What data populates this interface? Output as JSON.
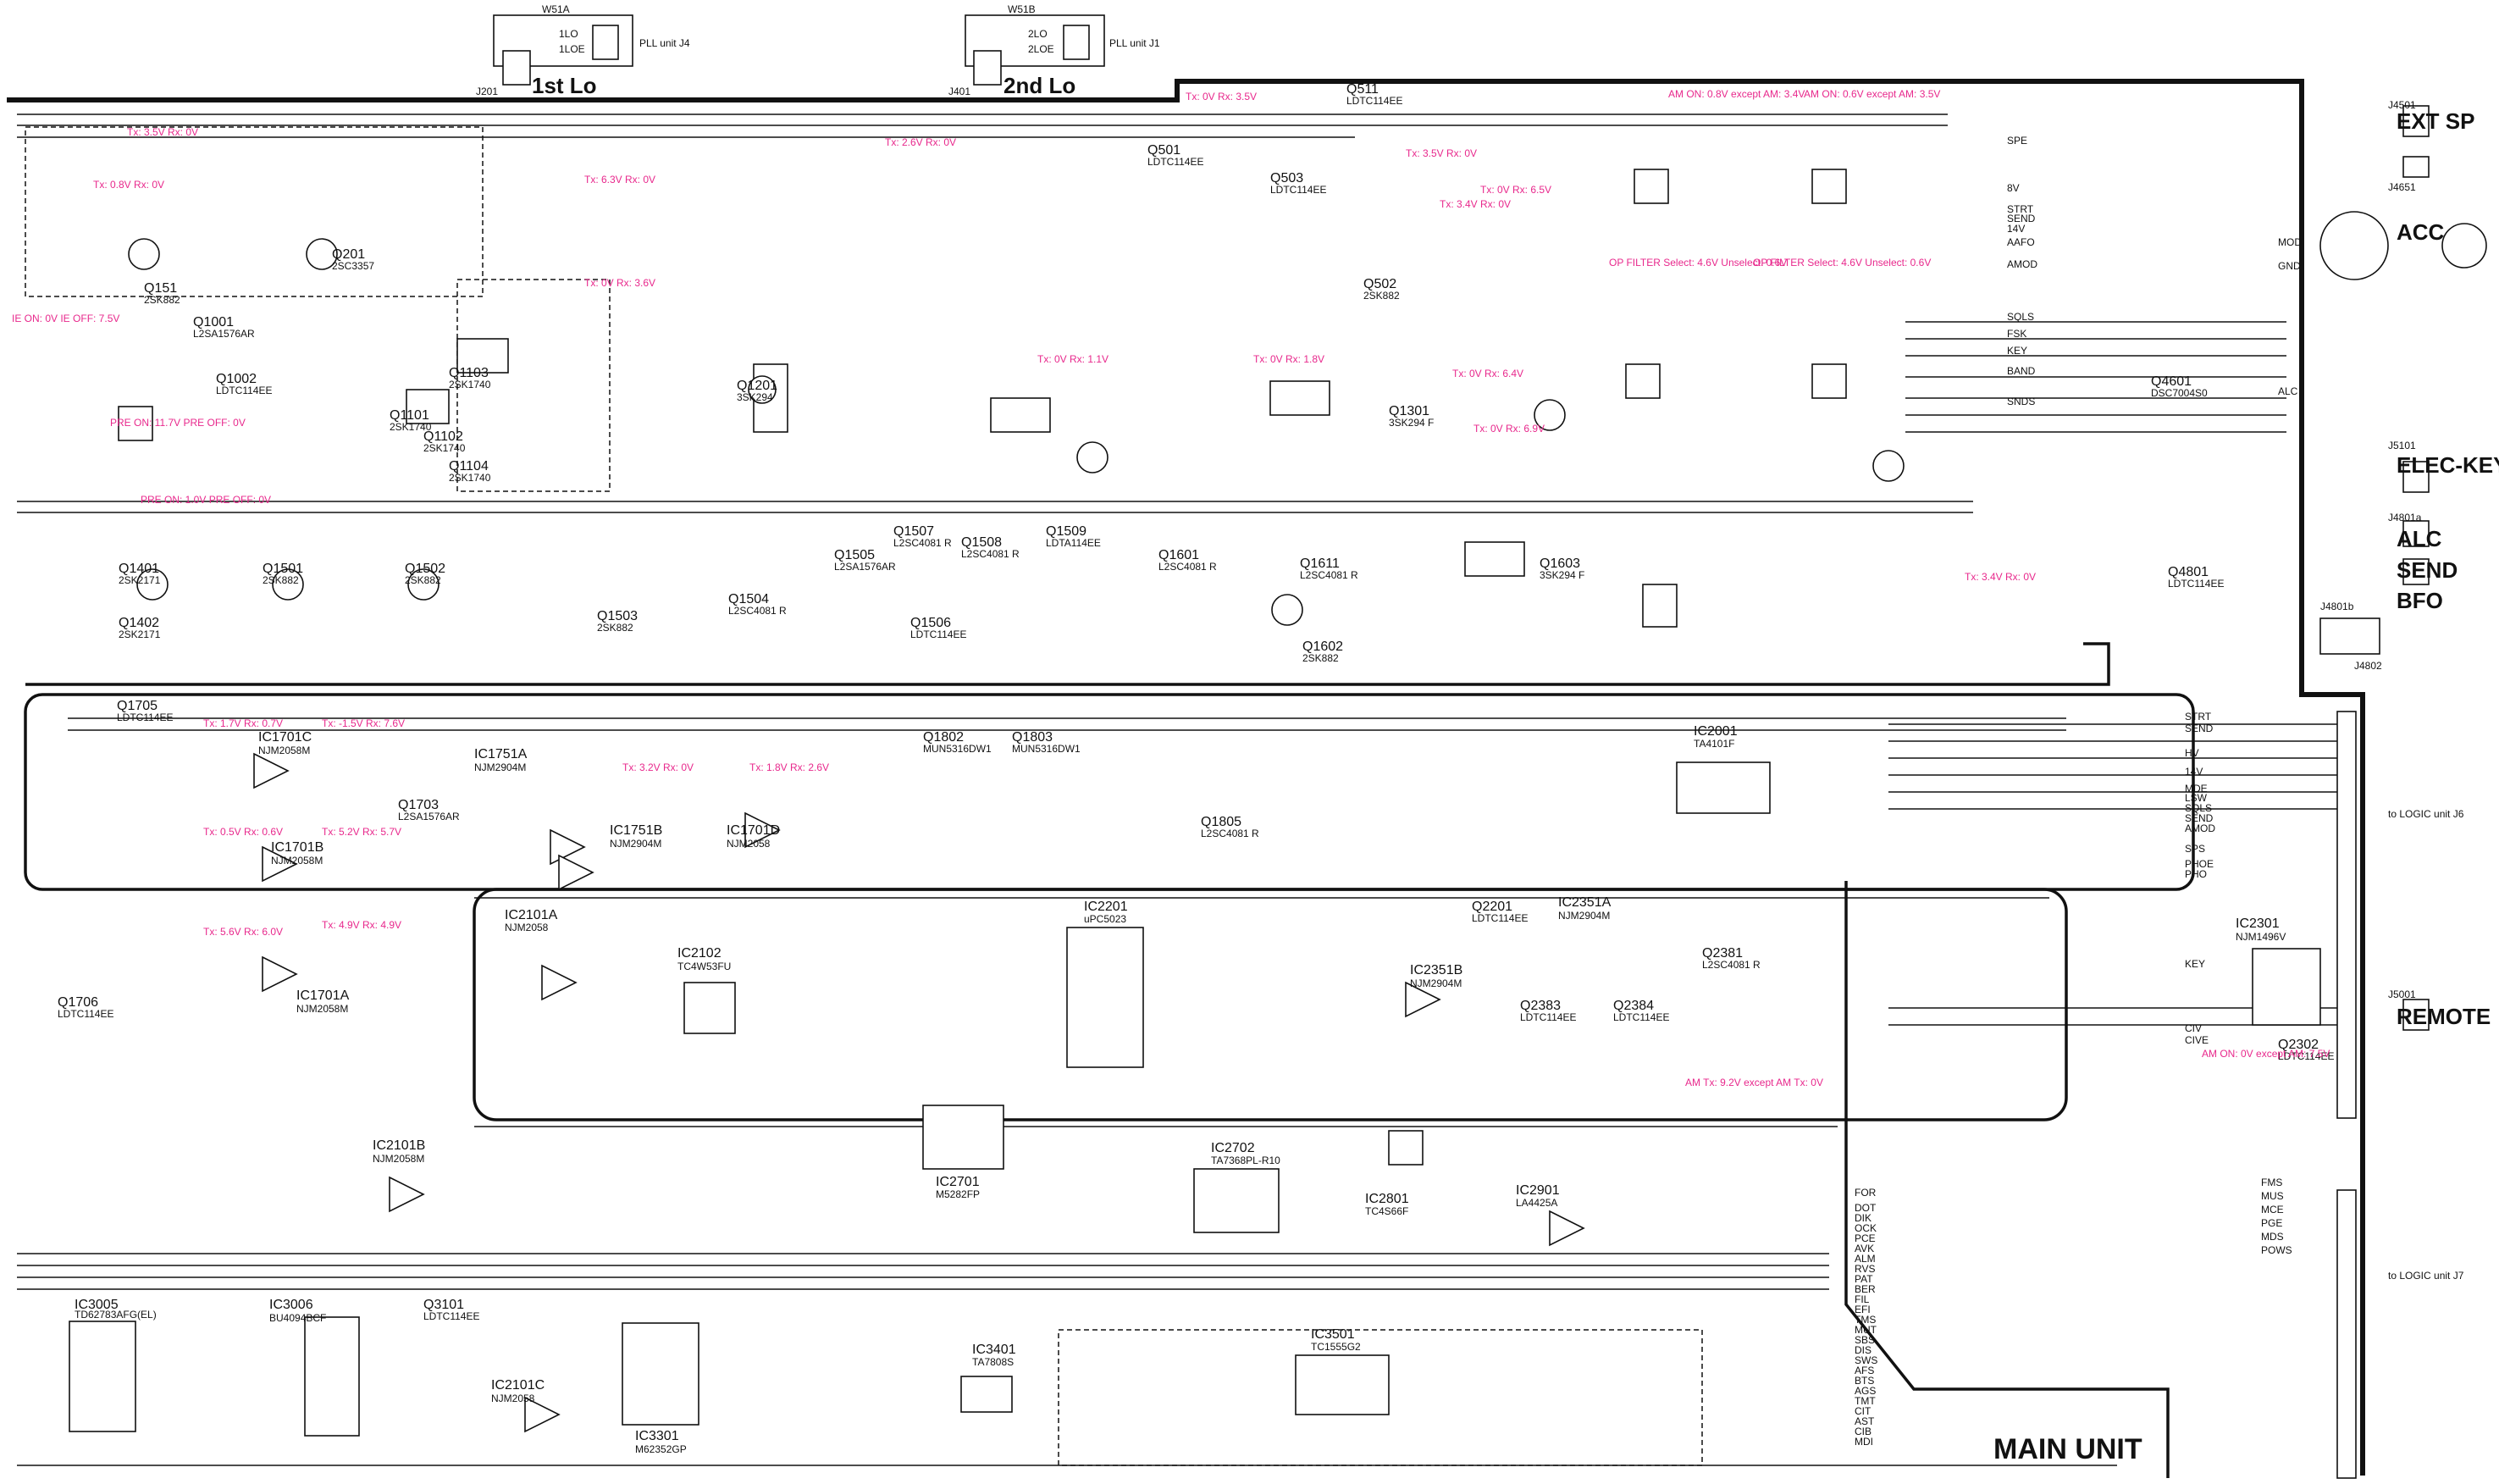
{
  "diagram": {
    "main_label": "MAIN UNIT",
    "connectors_right": [
      {
        "id": "J4501",
        "label": "EXT SP"
      },
      {
        "id": "J4651",
        "label": "ACC"
      },
      {
        "id": "J5101",
        "label": "ELEC-KEY"
      },
      {
        "id": "J4801a",
        "label": "ALC"
      },
      {
        "id": "J4801b",
        "label": "SEND"
      },
      {
        "id": "J4802",
        "label": "BFO"
      },
      {
        "id": "J5001",
        "label": "REMOTE"
      }
    ],
    "lo_labels": [
      {
        "label": "1st Lo",
        "plug": "W51A",
        "note": "PLL unit J4",
        "pins": [
          "1LO",
          "1LOE"
        ],
        "jack": "J201"
      },
      {
        "label": "2nd Lo",
        "plug": "W51B",
        "note": "PLL unit J1",
        "pins": [
          "2LO",
          "2LOE"
        ],
        "jack": "J401"
      }
    ],
    "logic_notes": [
      "to LOGIC unit J6",
      "to LOGIC unit J7"
    ],
    "ics": [
      {
        "name": "IC3005",
        "part": "TD62783AFG(EL)"
      },
      {
        "name": "IC3006",
        "part": "BU4094BCF"
      },
      {
        "name": "IC3301",
        "part": "M62352GP"
      },
      {
        "name": "IC3401",
        "part": "TA7808S"
      },
      {
        "name": "IC3501",
        "part": "TC1555G2"
      },
      {
        "name": "IC2201",
        "part": "uPC5023"
      },
      {
        "name": "IC2301",
        "part": "NJM1496V"
      },
      {
        "name": "IC2001",
        "part": "TA4101F"
      },
      {
        "name": "IC2101A",
        "part": "NJM2058"
      },
      {
        "name": "IC2102",
        "part": "TC4W53FU"
      },
      {
        "name": "IC2701",
        "part": "M5282FP"
      },
      {
        "name": "IC2702",
        "part": "TA7368PL-R10"
      },
      {
        "name": "IC2801",
        "part": "TC4S66F"
      },
      {
        "name": "IC2901",
        "part": "LA4425A"
      },
      {
        "name": "IC1751A",
        "part": "NJM2904M"
      },
      {
        "name": "IC1751B",
        "part": "NJM2904M"
      },
      {
        "name": "IC1701A",
        "part": "NJM2058M"
      },
      {
        "name": "IC1701B",
        "part": "NJM2058M"
      },
      {
        "name": "IC1701C",
        "part": "NJM2058M"
      },
      {
        "name": "IC1701D",
        "part": "NJM2058"
      },
      {
        "name": "IC2101B",
        "part": "NJM2058M"
      },
      {
        "name": "IC2101C",
        "part": "NJM2058"
      },
      {
        "name": "IC2351A",
        "part": "NJM2904M"
      },
      {
        "name": "IC2351B",
        "part": "NJM2904M"
      }
    ],
    "transistors": [
      {
        "name": "Q151",
        "part": "2SK882"
      },
      {
        "name": "Q201",
        "part": "2SC3357"
      },
      {
        "name": "Q1001",
        "part": "L2SA1576AR"
      },
      {
        "name": "Q1002",
        "part": "LDTC114EE"
      },
      {
        "name": "Q1101",
        "part": "2SK1740"
      },
      {
        "name": "Q1102",
        "part": "2SK1740"
      },
      {
        "name": "Q1103",
        "part": "2SK1740"
      },
      {
        "name": "Q1104",
        "part": "2SK1740"
      },
      {
        "name": "Q1201",
        "part": "3SK294"
      },
      {
        "name": "Q1301",
        "part": "3SK294 F"
      },
      {
        "name": "Q1401",
        "part": "2SK2171"
      },
      {
        "name": "Q1402",
        "part": "2SK2171"
      },
      {
        "name": "Q1501",
        "part": "2SK882"
      },
      {
        "name": "Q1502",
        "part": "2SK882"
      },
      {
        "name": "Q1503",
        "part": "2SK882"
      },
      {
        "name": "Q1504",
        "part": "L2SC4081 R"
      },
      {
        "name": "Q1505",
        "part": "L2SA1576AR"
      },
      {
        "name": "Q1506",
        "part": "LDTC114EE"
      },
      {
        "name": "Q1507",
        "part": "L2SC4081 R"
      },
      {
        "name": "Q1508",
        "part": "L2SC4081 R"
      },
      {
        "name": "Q1509",
        "part": "LDTA114EE"
      },
      {
        "name": "Q1601",
        "part": "L2SC4081 R"
      },
      {
        "name": "Q1602",
        "part": "2SK882"
      },
      {
        "name": "Q1603",
        "part": "3SK294 F"
      },
      {
        "name": "Q1611",
        "part": "L2SC4081 R"
      },
      {
        "name": "Q1703",
        "part": "L2SA1576AR"
      },
      {
        "name": "Q1705",
        "part": "LDTC114EE"
      },
      {
        "name": "Q1706",
        "part": "LDTC114EE"
      },
      {
        "name": "Q1802",
        "part": "MUN5316DW1"
      },
      {
        "name": "Q1803",
        "part": "MUN5316DW1"
      },
      {
        "name": "Q1805",
        "part": "L2SC4081 R"
      },
      {
        "name": "Q2201",
        "part": "LDTC114EE"
      },
      {
        "name": "Q2381",
        "part": "L2SC4081 R"
      },
      {
        "name": "Q2383",
        "part": "LDTC114EE"
      },
      {
        "name": "Q2384",
        "part": "LDTC114EE"
      },
      {
        "name": "Q2302",
        "part": "LDTC114EE"
      },
      {
        "name": "Q3101",
        "part": "LDTC114EE"
      },
      {
        "name": "Q4601",
        "part": "DSC7004S0"
      },
      {
        "name": "Q4801",
        "part": "LDTC114EE"
      },
      {
        "name": "Q501",
        "part": "LDTC114EE"
      },
      {
        "name": "Q502",
        "part": "2SK882"
      },
      {
        "name": "Q503",
        "part": "LDTC114EE"
      },
      {
        "name": "Q511",
        "part": "LDTC114EE"
      }
    ],
    "acc_signals": [
      "SPE",
      "8V",
      "STRT",
      "SEND",
      "14V",
      "AAFO",
      "AMOD",
      "SQLS",
      "FSK",
      "KEY",
      "BAND",
      "SNDS",
      "ALC",
      "GND",
      "MOD"
    ],
    "logic_j6_signals": [
      "STRT",
      "SEND",
      "HV",
      "14V",
      "MDE",
      "LSW",
      "SQLS",
      "SEND",
      "AMOD",
      "SPS",
      "PHOE",
      "PHO",
      "KEY",
      "CIV",
      "CIVE"
    ],
    "logic_j7_signals": [
      "FOR",
      "DOT",
      "DIK",
      "OCK",
      "PCE",
      "AVK",
      "ALM",
      "RVS",
      "PAT",
      "BER",
      "FIL",
      "EFI",
      "TMS",
      "MUT",
      "SBS",
      "DIS",
      "SWS",
      "AFS",
      "BTS",
      "AGS",
      "TMT",
      "CIT",
      "AST",
      "CIB",
      "MDI",
      "FMS",
      "MUS",
      "MCE",
      "PGE",
      "MDS",
      "POWS"
    ],
    "notes": [
      "Tx: 3.5V Rx: 0V",
      "Tx: 0V Rx: 3.5V",
      "Tx: 6.3V Rx: 0V",
      "Tx: 0.8V Rx: 0V",
      "Tx: 2.6V Rx: 0V",
      "AM ON: 0.8V except AM: 3.4V",
      "AM ON: 0.6V except AM: 3.5V",
      "OP FILTER Select: 4.6V Unselect: 0.6V",
      "OP FILTER Select: 4.6V Unselect: 0.6V",
      "PRE ON: 1.0V PRE OFF: 0V",
      "PRE ON: 11.7V PRE OFF: 0V",
      "IE ON: 0V IE OFF: 7.5V",
      "Tx: 0V Rx: 3.6V",
      "Tx: 3.4V Rx: 0V",
      "Tx: 0V Rx: 6.5V",
      "Tx: 0V Rx: 6.4V",
      "Tx: 0V Rx: 1.8V",
      "Tx: 0V Rx: 6.9V",
      "Tx: 0V Rx: 1.1V",
      "Tx: 1.7V Rx: 0.7V",
      "Tx: 0.5V Rx: 0.6V",
      "Tx: 5.6V Rx: 6.0V",
      "Tx: 5.2V Rx: 5.7V",
      "Tx: 4.9V Rx: 4.9V",
      "Tx: -1.5V Rx: 7.6V",
      "Tx: 3.2V Rx: 0V",
      "Tx: 1.8V Rx: 2.6V",
      "AM Tx: 9.2V except AM Tx: 0V",
      "AM ON: 0V except AM: 7.5V",
      "Tx: 3.4V Rx: 0V",
      "Tx: 3.5V Rx: 0V"
    ],
    "colors": {
      "wire": "#111111",
      "annotation": "#e8288c",
      "background": "#ffffff"
    }
  }
}
